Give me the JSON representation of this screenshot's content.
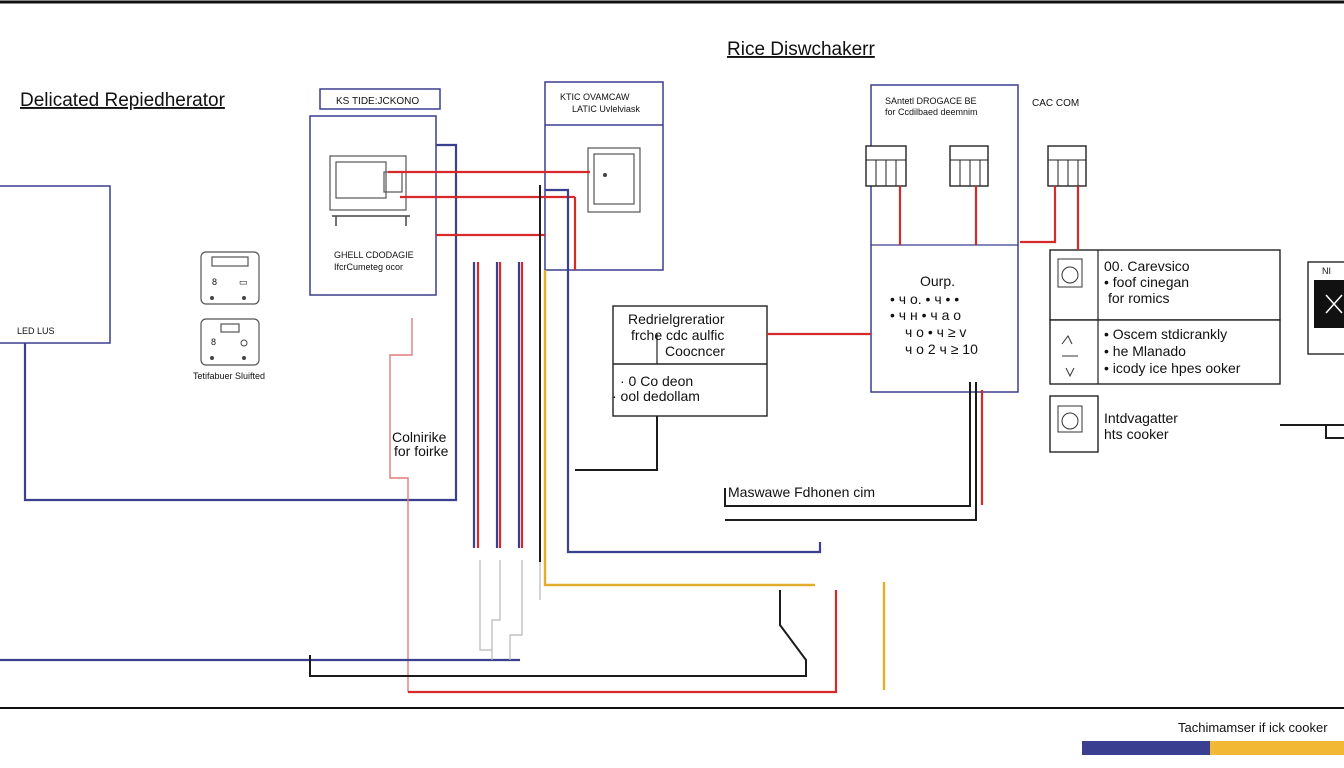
{
  "title": "Rice Diswchakerr",
  "left_heading": "Delicated Repiedherator",
  "labels": {
    "left_panel": "LED LUS",
    "mid_box_tab": "KS TIDE:JCKONO",
    "mid_box_caption_1": "GHELL CDODAGIE",
    "mid_box_caption_2": "IfcrCumeteg ocor",
    "outlet_caption": "Tetifabuer Sluifted",
    "right_box_header_1": "KTIC OVAMCAW",
    "right_box_header_2": "LATIC Uvlelviask",
    "side_note_1": "Colnirike",
    "side_note_2": "for foirke",
    "control_header_1": "SAntetl DROGACE BE",
    "control_header_2": "for Ccdilbaed deemnim",
    "cac_com": "CAC COM",
    "control_label": "Ourp.",
    "microwave_label": "Maswawe Fdhonen cim",
    "footer_caption": "Tachimamser if ick cooker",
    "right_edge_label": "NI"
  },
  "refrigerator_box": {
    "line_1": "Redrielgreratior",
    "line_2": "frche cdc aulfic",
    "line_3": "Coocncer",
    "line_4": "· 0 Co deon",
    "line_5": "· ool dedollam"
  },
  "control_symbol_rows": [
    "• ч о. • ч • •",
    "• ч н • ч а о",
    "ч о • ч ≥ v",
    "ч о 2 ч ≥ 10"
  ],
  "legend": [
    {
      "icon": "appliance-icon",
      "lines": [
        "00. Carevsico",
        "• foof cinegan",
        "for romics"
      ]
    },
    {
      "icon": "switch-icon",
      "lines": [
        "• Oscem stdicrankly",
        "• he Mlanado",
        "• icody ice hpes ooker"
      ]
    },
    {
      "icon": "cooker-icon",
      "lines": [
        "Intdvagatter",
        "hts cooker"
      ]
    }
  ],
  "colors": {
    "red_wire": "#d62a2a",
    "black_wire": "#1c1c1c",
    "blue_wire": "#3a3f8f",
    "yellow_wire": "#e3ad2a",
    "footer_bar_blue": "#3a3f8f",
    "footer_bar_yellow": "#f2b733"
  }
}
